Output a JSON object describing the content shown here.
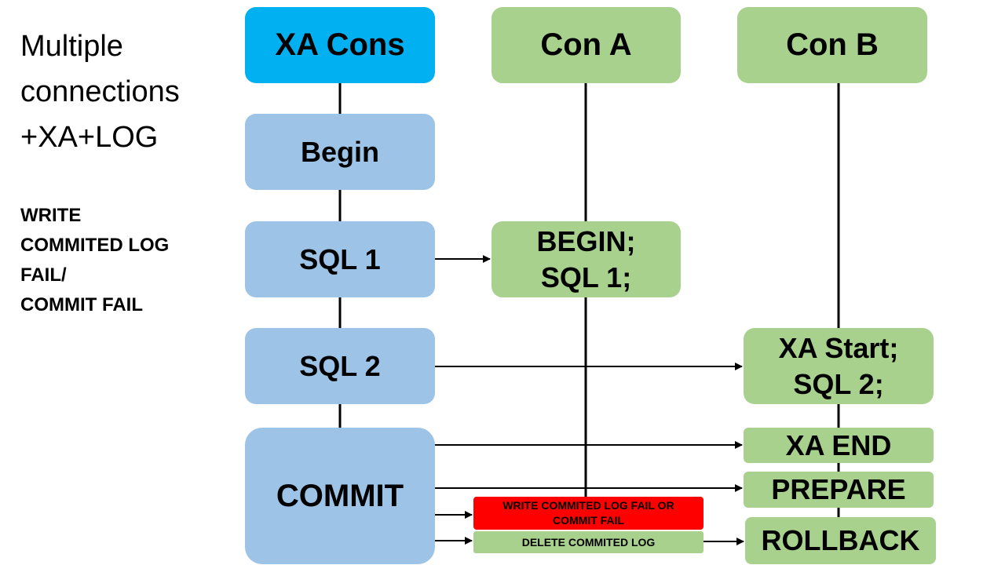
{
  "side": {
    "title": "Multiple\nconnections\n+XA+LOG",
    "note": "WRITE\nCOMMITED LOG\nFAIL/\nCOMMIT FAIL"
  },
  "headers": {
    "xa_cons": "XA Cons",
    "con_a": "Con A",
    "con_b": "Con B"
  },
  "xa_cons_steps": {
    "begin": "Begin",
    "sql1": "SQL 1",
    "sql2": "SQL 2",
    "commit": "COMMIT"
  },
  "con_a_steps": {
    "begin_sql1": "BEGIN;\nSQL 1;",
    "write_fail": "WRITE COMMITED LOG FAIL OR\nCOMMIT FAIL",
    "delete_log": "DELETE COMMITED LOG"
  },
  "con_b_steps": {
    "xa_start_sql2": "XA Start;\nSQL 2;",
    "xa_end": "XA END",
    "prepare": "PREPARE",
    "rollback": "ROLLBACK"
  },
  "colors": {
    "xa_head": "#00b0f0",
    "xa_step": "#9dc3e6",
    "con_step": "#a9d18e",
    "error": "#ff0000",
    "line": "#000000"
  }
}
